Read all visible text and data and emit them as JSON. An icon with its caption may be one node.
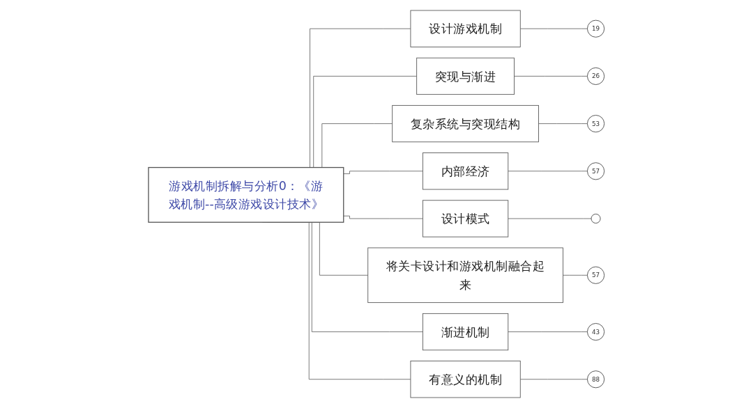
{
  "diagram": {
    "nodes": [
      {
        "text": [
          "游戏机制拆解与分析0：《游戏机制--高级游戏设计技术》"
        ]
      },
      {
        "text": [
          "设计游戏机制"
        ]
      },
      {
        "text": [
          "19"
        ]
      },
      {
        "text": [
          "突现与渐进"
        ]
      },
      {
        "text": [
          "26"
        ]
      },
      {
        "text": [
          "复杂系统与突现结构"
        ]
      },
      {
        "text": [
          "53"
        ]
      },
      {
        "text": [
          "内部经济"
        ]
      },
      {
        "text": [
          "57"
        ]
      },
      {
        "text": [
          "设计模式"
        ]
      },
      {
        "text": [],
        "shape": "circle"
      },
      {
        "text": [
          "将关卡设计和游戏机制融合起来"
        ]
      },
      {
        "text": [
          "57"
        ]
      },
      {
        "text": [
          "渐进机制"
        ]
      },
      {
        "text": [
          "43"
        ]
      },
      {
        "text": [
          "有意义的机制"
        ]
      },
      {
        "text": [
          "88"
        ]
      }
    ],
    "edges": [
      {
        "from": 0,
        "to": 1,
        "arrow": "none"
      },
      {
        "from": 1,
        "to": 2,
        "arrow": "none"
      },
      {
        "from": 0,
        "to": 3,
        "arrow": "none"
      },
      {
        "from": 3,
        "to": 4,
        "arrow": "none"
      },
      {
        "from": 0,
        "to": 5,
        "arrow": "none"
      },
      {
        "from": 5,
        "to": 6,
        "arrow": "none"
      },
      {
        "from": 0,
        "to": 7,
        "arrow": "none"
      },
      {
        "from": 7,
        "to": 8,
        "arrow": "none"
      },
      {
        "from": 0,
        "to": 9,
        "arrow": "none"
      },
      {
        "from": 9,
        "to": 10,
        "arrow": "none"
      },
      {
        "from": 0,
        "to": 11,
        "arrow": "none"
      },
      {
        "from": 11,
        "to": 12,
        "arrow": "none"
      },
      {
        "from": 0,
        "to": 13,
        "arrow": "none"
      },
      {
        "from": 13,
        "to": 14,
        "arrow": "none"
      },
      {
        "from": 0,
        "to": 15,
        "arrow": "none"
      },
      {
        "from": 15,
        "to": 16,
        "arrow": "none"
      }
    ]
  }
}
